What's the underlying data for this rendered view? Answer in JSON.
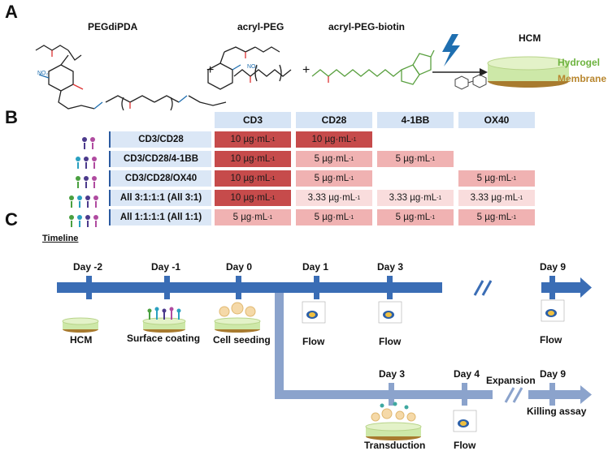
{
  "panels": {
    "a": "A",
    "b": "B",
    "c": "C"
  },
  "panel_a": {
    "pegdipda": "PEGdiPDA",
    "acryl_peg": "acryl-PEG",
    "acryl_peg_biotin": "acryl-PEG-biotin",
    "plus": "+",
    "hcm": "HCM",
    "hydrogel": "Hydrogel",
    "membrane": "Membrane",
    "colors": {
      "hydrogel": "#6db33f",
      "membrane": "#b8862e",
      "bolt": "#1f6fb0"
    }
  },
  "table": {
    "unit": "µg·mL",
    "unit_exp": "-1",
    "columns": [
      "CD3",
      "CD28",
      "4-1BB",
      "OX40"
    ],
    "rows": [
      {
        "label": "CD3/CD28",
        "cells": [
          {
            "v": "10",
            "level": "high"
          },
          {
            "v": "10",
            "level": "high"
          },
          {
            "v": "",
            "level": "none"
          },
          {
            "v": "",
            "level": "none"
          }
        ]
      },
      {
        "label": "CD3/CD28/4-1BB",
        "cells": [
          {
            "v": "10",
            "level": "high"
          },
          {
            "v": "5",
            "level": "mid"
          },
          {
            "v": "5",
            "level": "mid"
          },
          {
            "v": "",
            "level": "none"
          }
        ]
      },
      {
        "label": "CD3/CD28/OX40",
        "cells": [
          {
            "v": "10",
            "level": "high"
          },
          {
            "v": "5",
            "level": "mid"
          },
          {
            "v": "",
            "level": "none"
          },
          {
            "v": "5",
            "level": "mid"
          }
        ]
      },
      {
        "label": "All 3:1:1:1 (All 3:1)",
        "cells": [
          {
            "v": "10",
            "level": "high"
          },
          {
            "v": "3.33",
            "level": "low"
          },
          {
            "v": "3.33",
            "level": "low"
          },
          {
            "v": "3.33",
            "level": "low"
          }
        ]
      },
      {
        "label": "All 1:1:1:1 (All 1:1)",
        "cells": [
          {
            "v": "5",
            "level": "mid"
          },
          {
            "v": "5",
            "level": "mid"
          },
          {
            "v": "5",
            "level": "mid"
          },
          {
            "v": "5",
            "level": "mid"
          }
        ]
      }
    ]
  },
  "timeline": {
    "title": "Timeline",
    "main_days": [
      "Day -2",
      "Day -1",
      "Day 0",
      "Day 1",
      "Day 3",
      "Day 9"
    ],
    "main_stages": [
      "HCM",
      "Surface coating",
      "Cell seeding",
      "Flow",
      "Flow",
      "Flow"
    ],
    "branch_days": [
      "Day 3",
      "Day 4",
      "Day 9"
    ],
    "branch_stages": [
      "Transduction",
      "Flow",
      "Killing assay"
    ],
    "expansion": "Expansion",
    "colors": {
      "main": "#3a6db5",
      "branch": "#8ba3cc"
    }
  }
}
